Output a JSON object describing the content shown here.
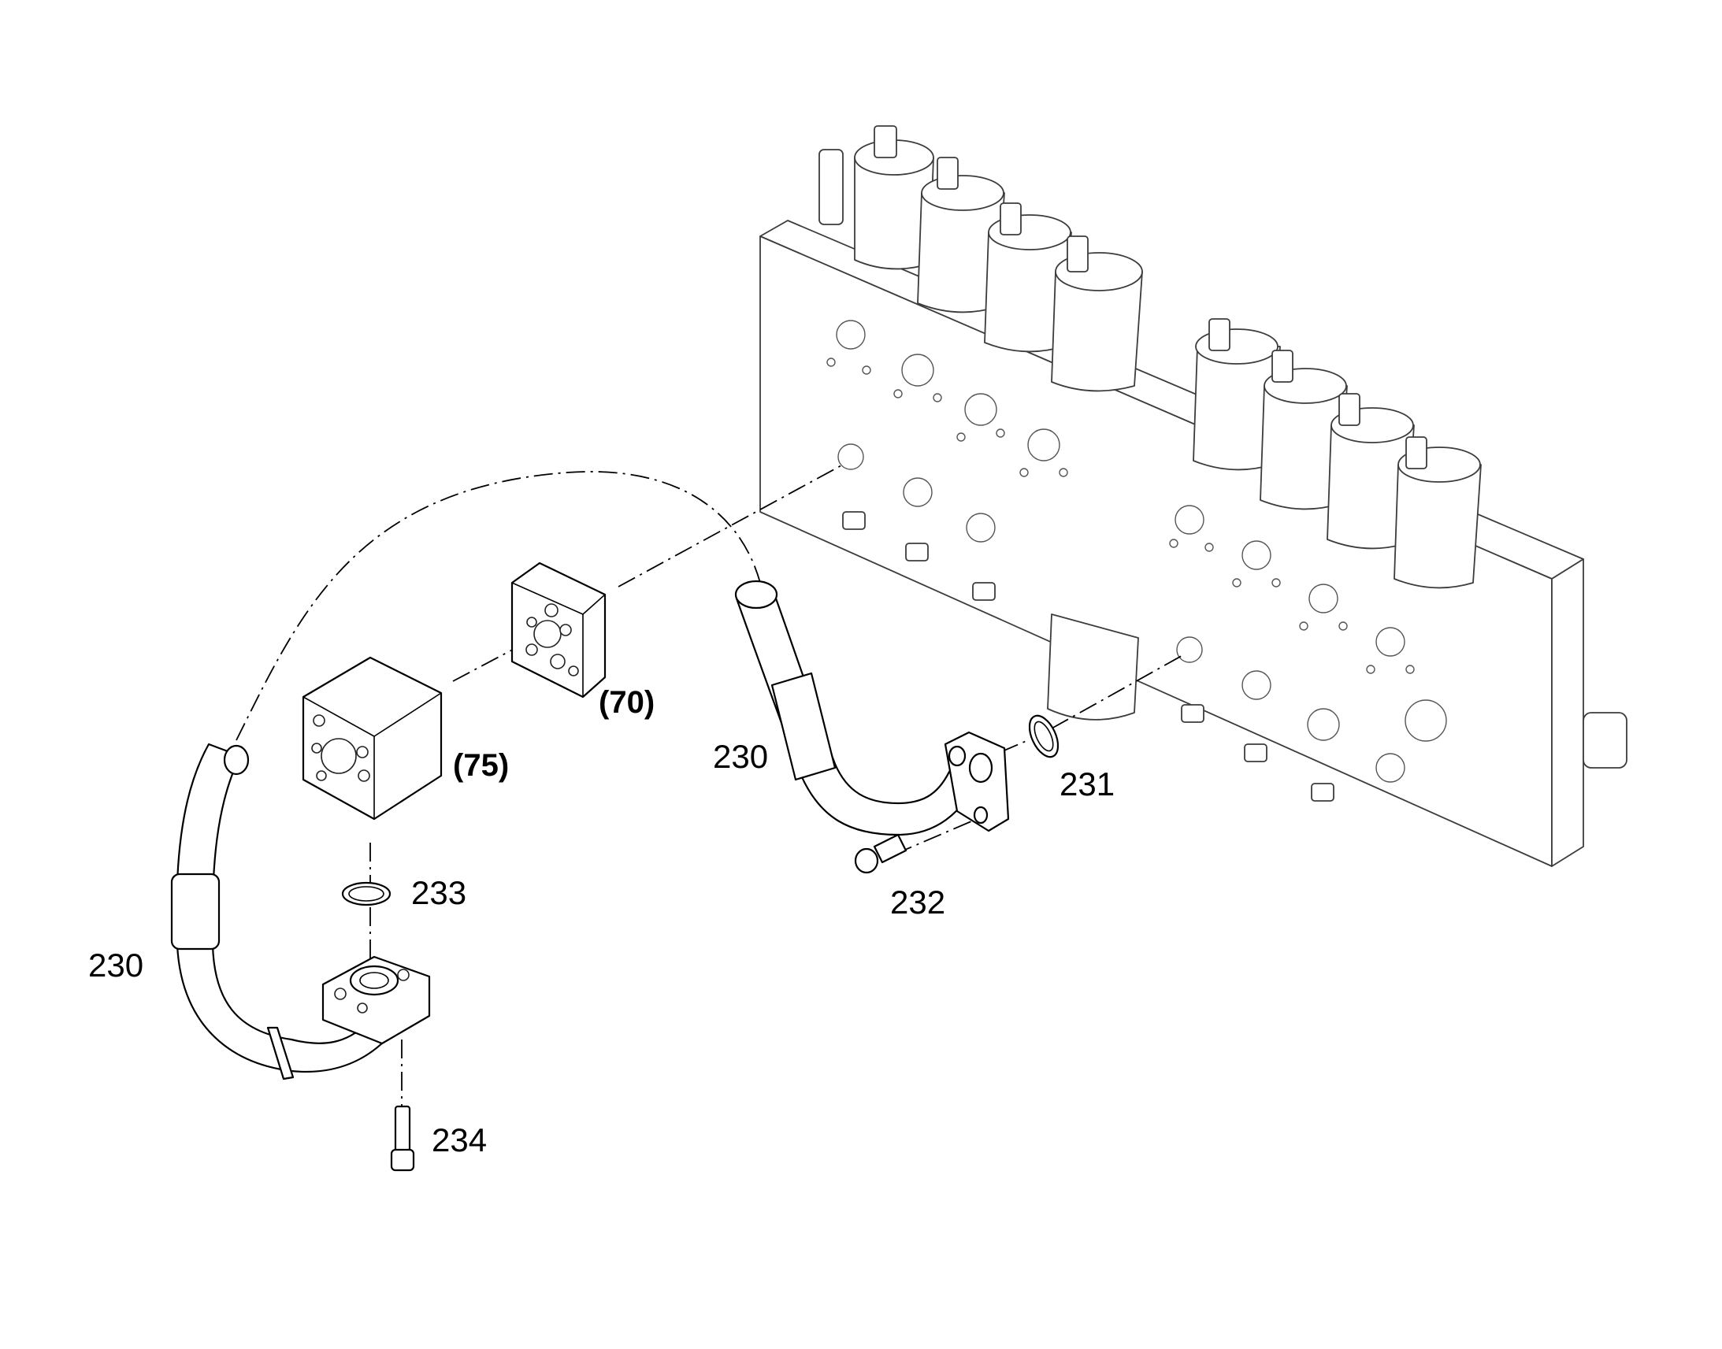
{
  "callouts": {
    "hose_left": "230",
    "hose_right": "230",
    "o_ring_right": "231",
    "screw_right": "232",
    "o_ring_left": "233",
    "screw_left": "234",
    "block_70": "(70)",
    "block_75": "(75)"
  },
  "colors": {
    "line": "#000000",
    "manifold_line": "#3c3c3c",
    "background": "#ffffff"
  }
}
